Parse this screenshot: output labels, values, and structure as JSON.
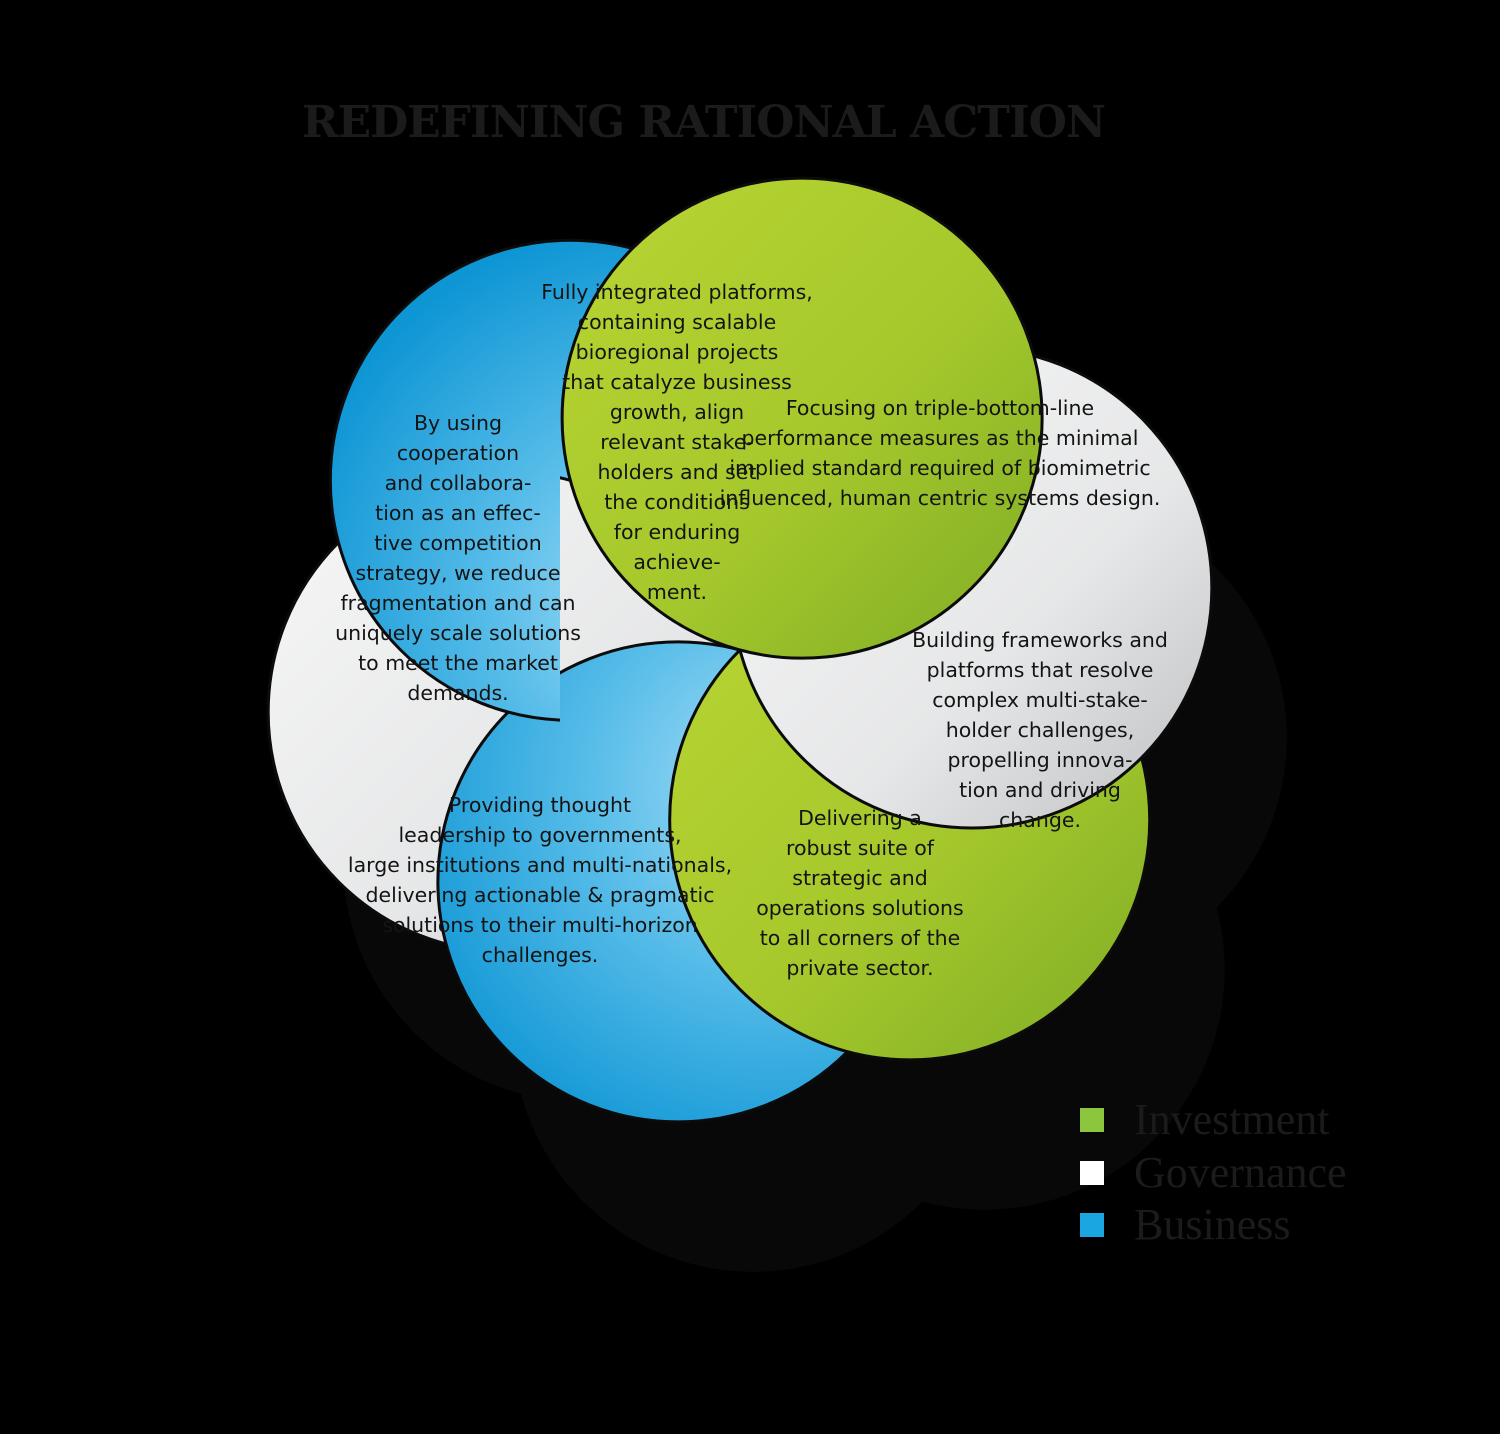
{
  "title": "REDEFINING RATIONAL ACTION",
  "colors": {
    "investment": "#8fba2a",
    "governance": "#e4e5e6",
    "business": "#1fa2dc",
    "background": "#000000"
  },
  "petals": [
    {
      "category": "investment",
      "lines": [
        "Fully integrated platforms,",
        "containing scalable",
        "bioregional projects",
        "that catalyze business",
        "growth, align",
        "relevant stake-",
        "holders and set",
        "the conditions",
        "for enduring",
        "achieve-",
        "ment."
      ]
    },
    {
      "category": "governance",
      "lines": [
        "Focusing on triple-bottom-line",
        "performance measures as the minimal",
        "implied standard required of biomimetric",
        "influenced, human centric systems design."
      ]
    },
    {
      "category": "investment",
      "lines": [
        "Building frameworks and",
        "platforms that resolve",
        "complex multi-stake-",
        "holder challenges,",
        "propelling innova-",
        "tion and driving",
        "change."
      ]
    },
    {
      "category": "business",
      "lines": [
        "Delivering a",
        "robust suite of",
        "strategic and",
        "operations solutions",
        "to all corners of the",
        "private sector."
      ]
    },
    {
      "category": "governance",
      "lines": [
        "Providing thought",
        "leadership to governments,",
        "large institutions and multi-nationals,",
        "delivering actionable & pragmatic",
        "solutions to their multi-horizon",
        "challenges."
      ]
    },
    {
      "category": "business",
      "lines": [
        "By using",
        "cooperation",
        "and collabora-",
        "tion as an effec-",
        "tive competition",
        "strategy, we reduce",
        "fragmentation and can",
        "uniquely scale solutions",
        "to meet the market",
        "demands."
      ]
    }
  ],
  "legend": [
    {
      "label": "Investment",
      "color": "#8cc63f"
    },
    {
      "label": "Governance",
      "color": "#ffffff"
    },
    {
      "label": "Business",
      "color": "#1aa7e1"
    }
  ]
}
